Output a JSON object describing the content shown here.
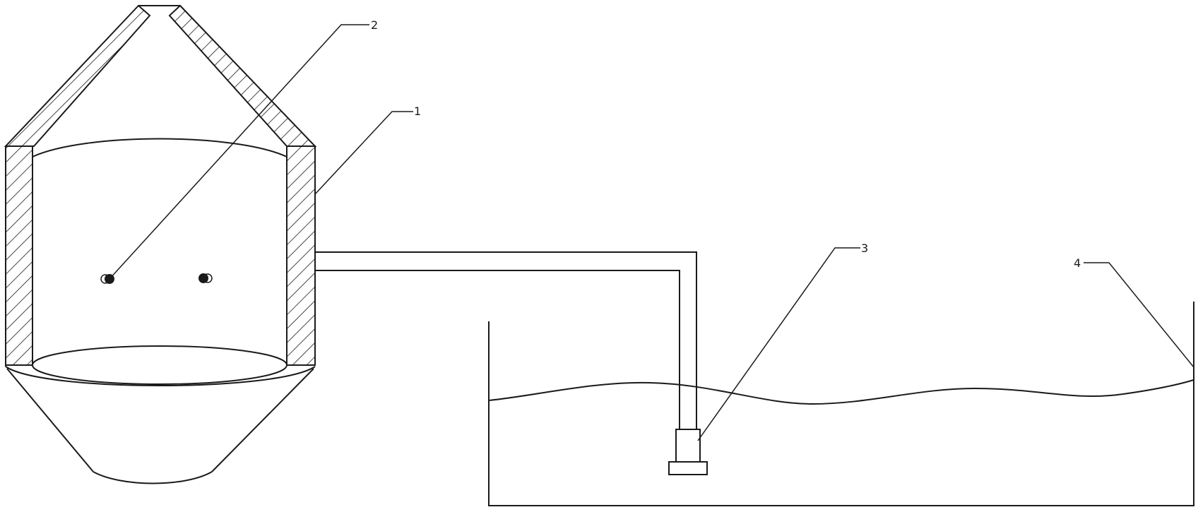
{
  "diagram": {
    "labels": {
      "tower": "1",
      "nozzle": "2",
      "pump": "3",
      "tank": "4"
    },
    "colors": {
      "line": "#1a1a1a",
      "background": "#ffffff"
    }
  }
}
